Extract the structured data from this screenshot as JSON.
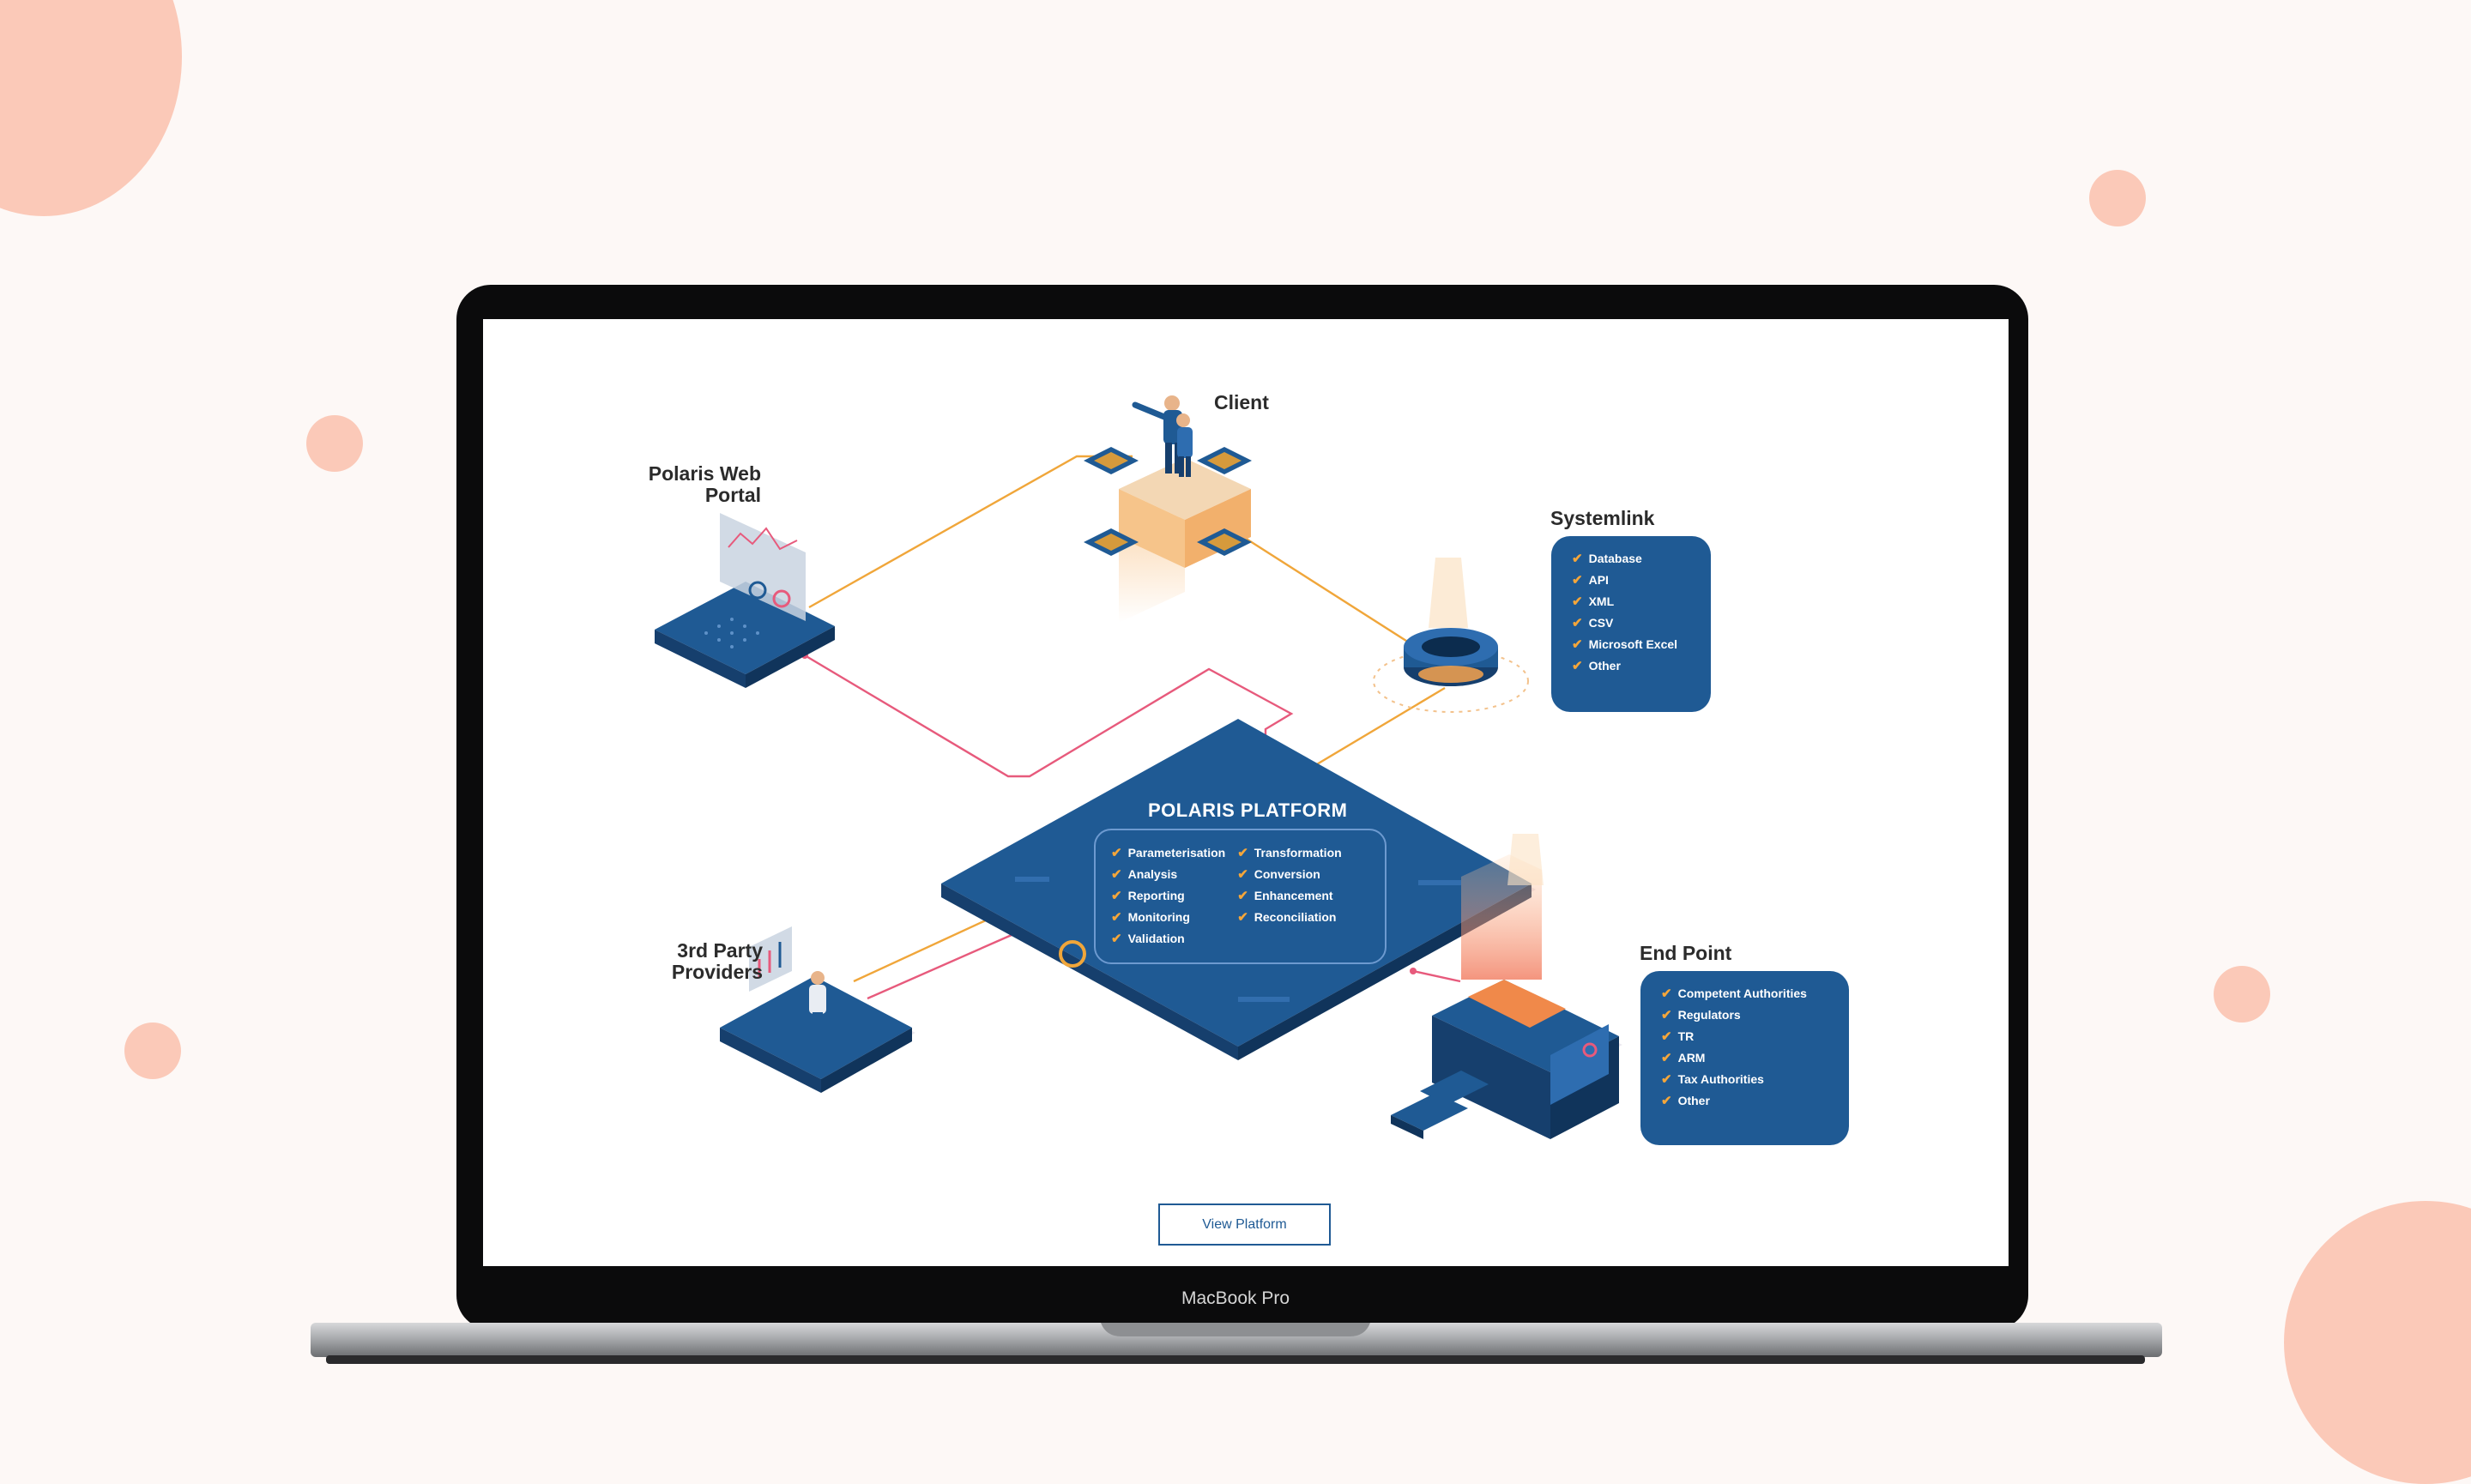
{
  "device_label": "MacBook Pro",
  "diagram": {
    "client": "Client",
    "web_portal": [
      "Polaris Web",
      "Portal"
    ],
    "third_party": [
      "3rd Party",
      "Providers"
    ],
    "systemlink": {
      "title": "Systemlink",
      "items": [
        "Database",
        "API",
        "XML",
        "CSV",
        "Microsoft Excel",
        "Other"
      ]
    },
    "endpoint": {
      "title": "End Point",
      "items": [
        "Competent Authorities",
        "Regulators",
        "TR",
        "ARM",
        "Tax Authorities",
        "Other"
      ]
    },
    "platform": {
      "title": "POLARIS PLATFORM",
      "col1": [
        "Parameterisation",
        "Analysis",
        "Reporting",
        "Monitoring",
        "Validation"
      ],
      "col2": [
        "Transformation",
        "Conversion",
        "Enhancement",
        "Reconciliation"
      ]
    },
    "view_button": "View Platform"
  },
  "colors": {
    "background": "#fdf8f6",
    "accent_dot": "#fbc9b8",
    "navy": "#1f5a94",
    "orange_line": "#f0a63a",
    "pink_line": "#e75a7c",
    "checkmark": "#f4a63a"
  },
  "icons": [
    "checkmark-icon"
  ]
}
